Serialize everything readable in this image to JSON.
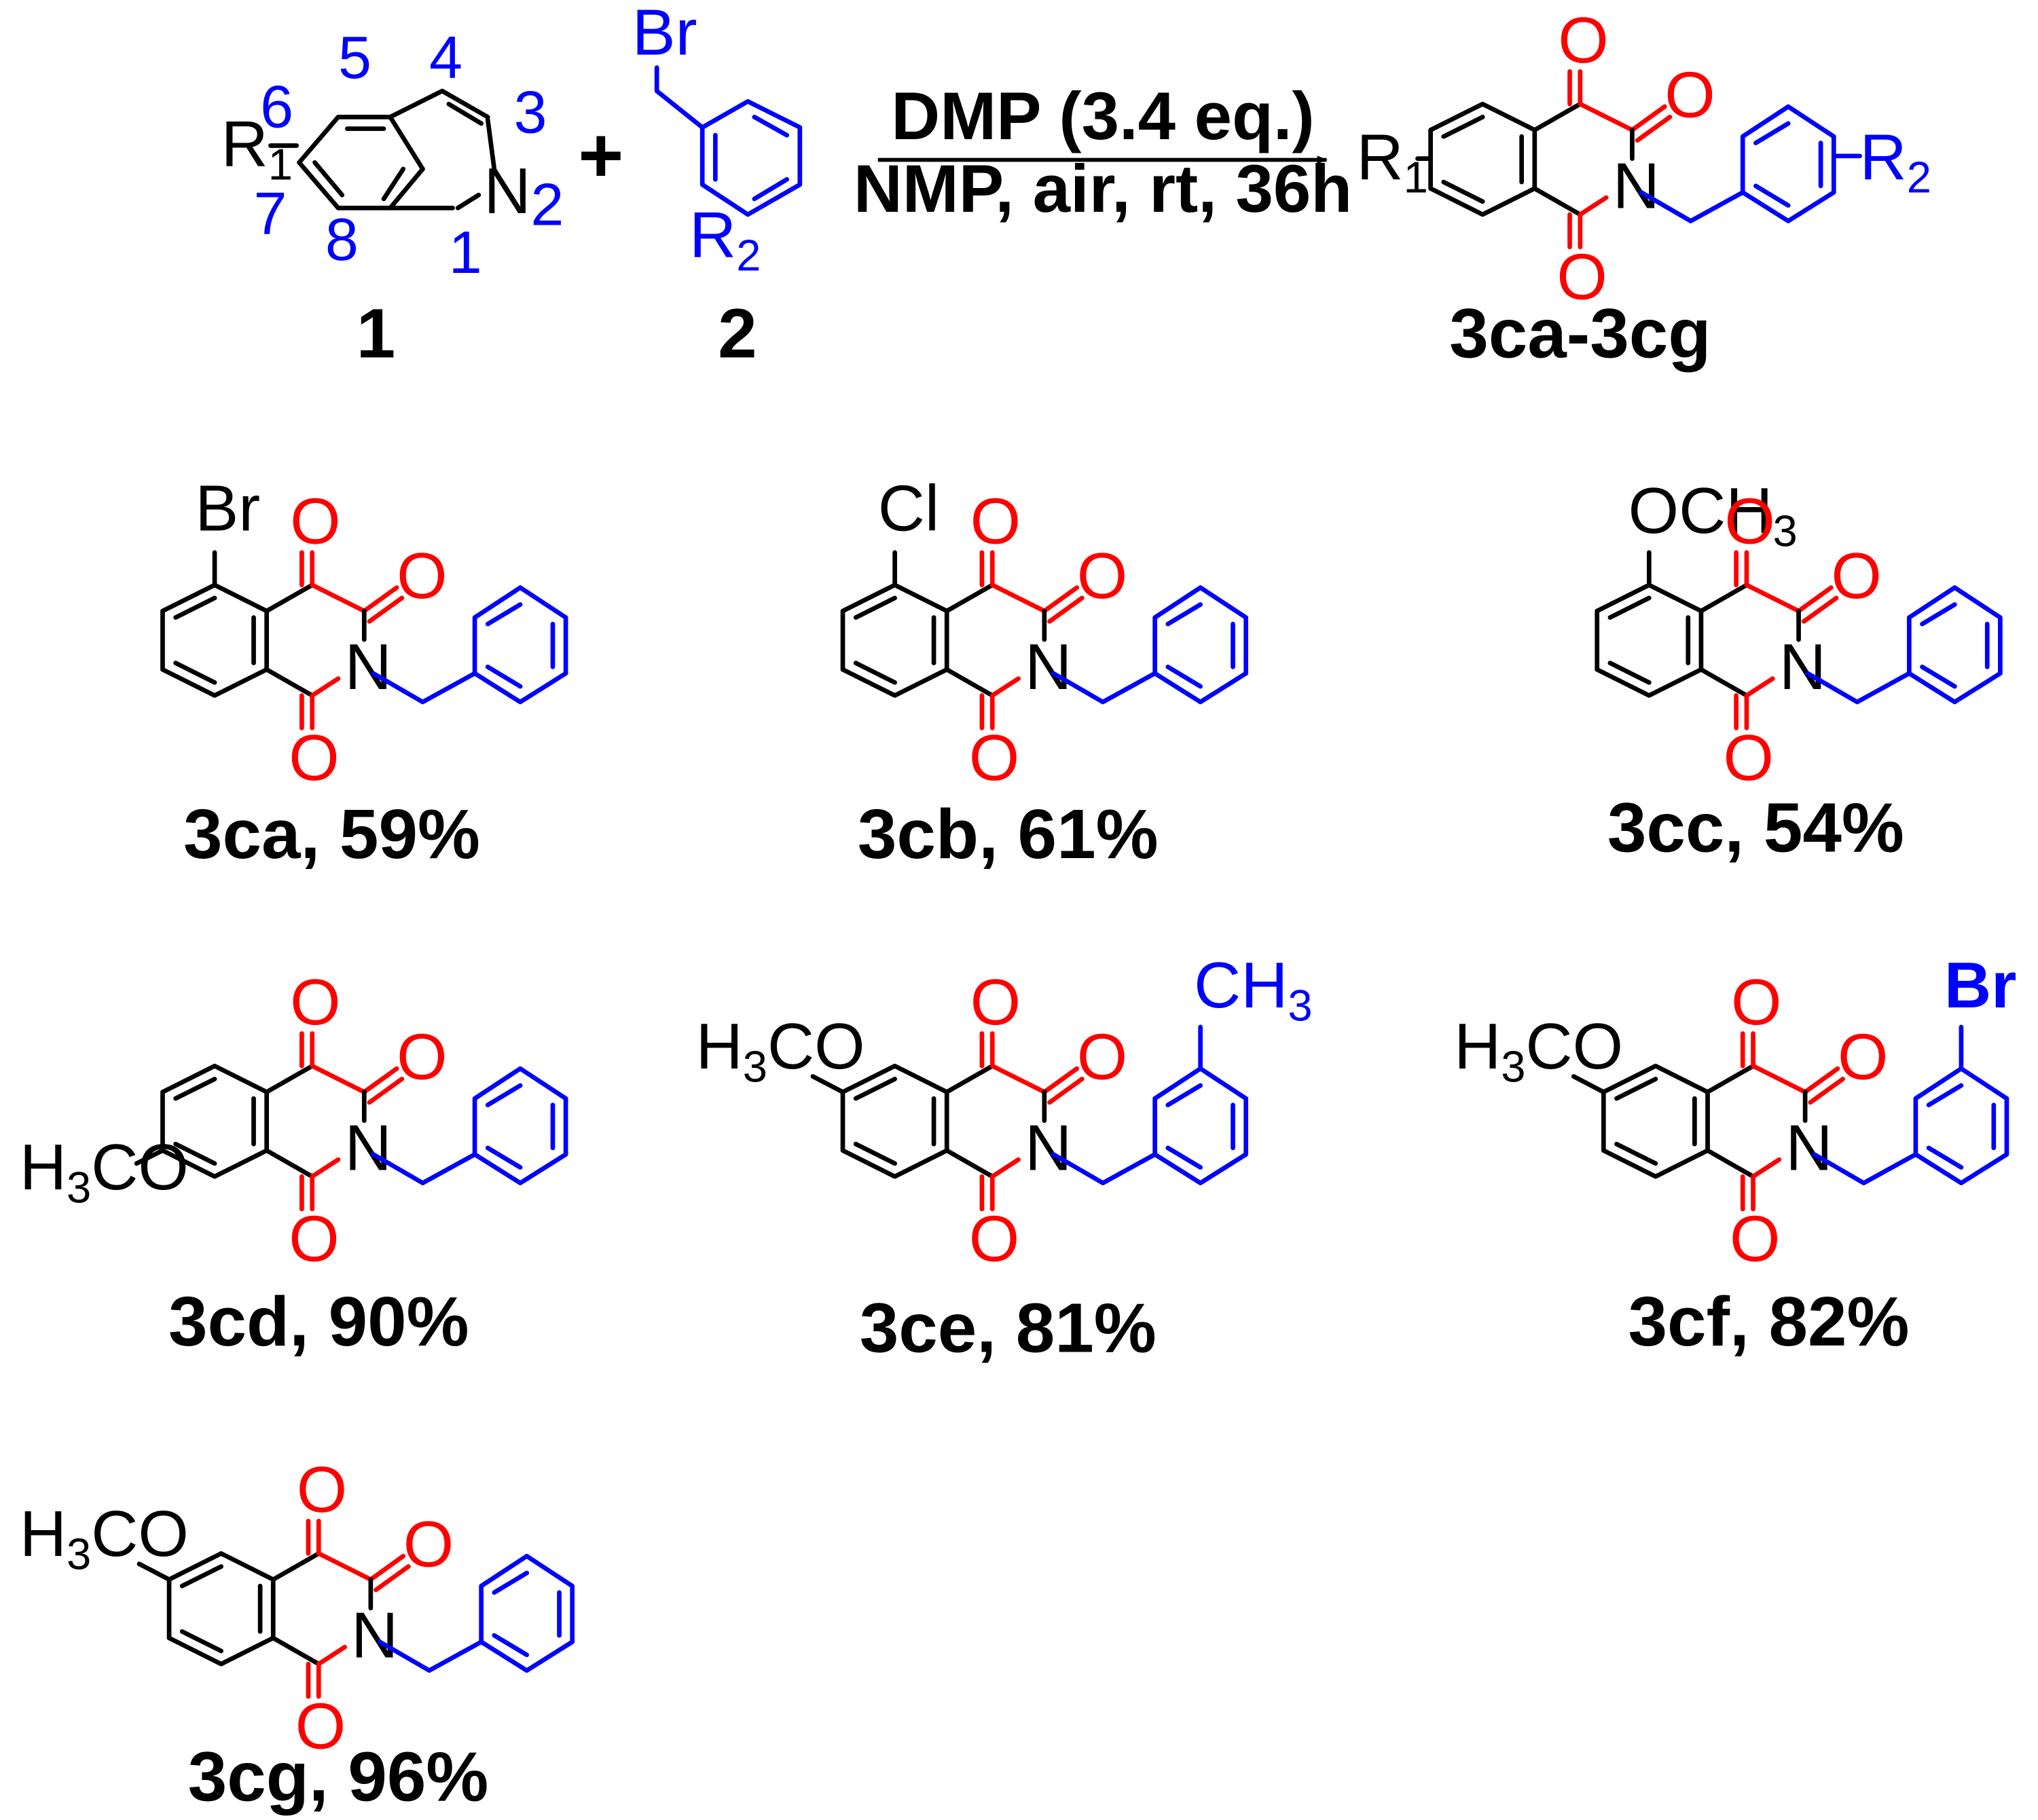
{
  "colors": {
    "atom_default": "#000000",
    "carbonyl_oxygen": "#ff0000",
    "benzyl_group": "#0000ff"
  },
  "reaction": {
    "reagent_above_arrow": "DMP (3.4 eq.)",
    "conditions_below_arrow": "NMP,  air,  rt,  36h",
    "plus_sign": "+",
    "isoquinoline_label": "1",
    "benzyl_bromide_label": "2",
    "product_label": "3ca-3cg",
    "ring_positions": [
      "1",
      "2",
      "3",
      "4",
      "5",
      "6",
      "7",
      "8"
    ]
  },
  "atom_labels": {
    "R1_letter": "R",
    "R1_subscript": "1",
    "R2_letter": "R",
    "R2_subscript": "2",
    "nitrogen": "N",
    "oxygen": "O",
    "bromine": "Br",
    "chlorine": "Cl",
    "methoxy_suffix": "OCH",
    "methoxy_prefix_H": "H",
    "methoxy_prefix_rest": "CO",
    "methyl_stem": "CH",
    "subscript_three": "3"
  },
  "products": [
    {
      "caption": "3ca, 59%",
      "substituent": "Br"
    },
    {
      "caption": "3cb, 61%",
      "substituent": "Cl"
    },
    {
      "caption": "3cc, 54%",
      "substituent": "OCH3"
    },
    {
      "caption": "3cd, 90%",
      "substituent": "H3CO"
    },
    {
      "caption": "3ce, 81%",
      "substituent": "H3CO",
      "benzyl_substituent": "CH3"
    },
    {
      "caption": "3cf, 82%",
      "substituent": "H3CO",
      "benzyl_substituent": "Br"
    },
    {
      "caption": "3cg, 96%",
      "substituent": "H3CO"
    }
  ]
}
